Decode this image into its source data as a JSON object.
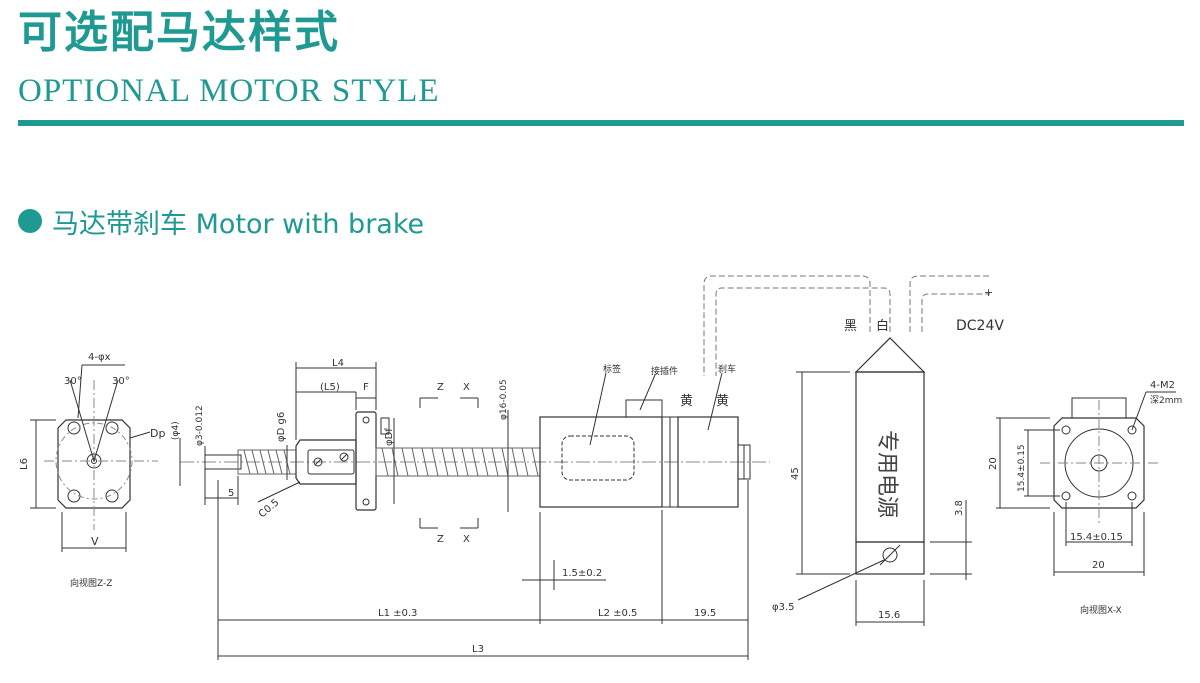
{
  "header": {
    "title_cn": "可选配马达样式",
    "title_en": "OPTIONAL MOTOR STYLE"
  },
  "section": {
    "label": "马达带刹车  Motor with brake"
  },
  "colors": {
    "accent": "#1f9a92",
    "line": "#333333"
  },
  "drawing": {
    "front_view": {
      "holes_label": "4-φx",
      "angle_left": "30°",
      "angle_right": "30°",
      "dp_label": "Dp",
      "l6_label": "L6",
      "v_label": "V",
      "caption": "向视图Z-Z"
    },
    "side_view": {
      "l4": "L4",
      "l5": "(L5)",
      "f": "F",
      "phi4": "(φ4)",
      "phi3": "φ3-0.012",
      "phid": "φD g6",
      "phidf": "φDf",
      "phi16": "φ16-0.05",
      "dim5": "5",
      "c05": "C0.5",
      "z": "Z",
      "x": "X",
      "label_tag": "标签",
      "label_connector": "接插件",
      "label_brake": "刹车",
      "yellow1": "黄",
      "yellow2": "黄",
      "dim_15": "1.5±0.2",
      "l1": "L1 ±0.3",
      "l2": "L2 ±0.5",
      "dim_195": "19.5",
      "l3": "L3"
    },
    "brake_view": {
      "black": "黑",
      "white": "白",
      "dc": "DC24V",
      "plus": "+",
      "dim45": "45",
      "dim38": "3.8",
      "dim35": "φ3.5",
      "dim156": "15.6",
      "body_text": "专用电源"
    },
    "rear_view": {
      "holes": "4-M2",
      "depth": "深2mm",
      "dim20_v": "20",
      "dim154_v": "15.4±0.15",
      "dim154_h": "15.4±0.15",
      "dim20_h": "20",
      "caption": "向视图X-X"
    }
  }
}
